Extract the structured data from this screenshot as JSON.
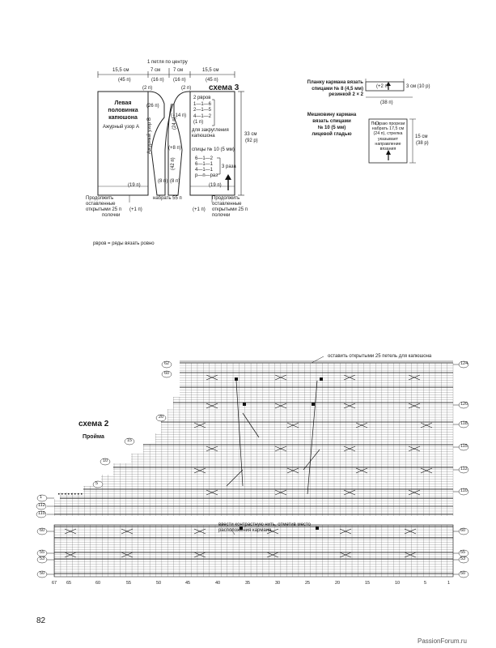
{
  "schema3": {
    "top_center": "1 петля по центру",
    "widths_cm": [
      "15,5 см",
      "7 см",
      "7 см",
      "15,5 см"
    ],
    "widths_st": [
      "(45 п)",
      "(16 п)",
      "(16 п)",
      "(45 п)"
    ],
    "title": "схема 3",
    "small_2p_left": "(2 п)",
    "small_2p_right": "(2 п)",
    "left_panel": [
      "Левая",
      "половинка",
      "капюшона"
    ],
    "left_pattern": "Ажурный узор А",
    "center_pattern": "Ажурный узор В",
    "right_decrease": [
      "2 рвров",
      "1—1—6",
      "2—1—5",
      "4—1—2",
      "(1 п)"
    ],
    "right_rounding": [
      "для закругления",
      "капюшона"
    ],
    "needles": "спицы № 10 (5 мм)",
    "repeat_block": [
      "6—1—2",
      "6—1—1",
      "4—1—1",
      "р—п—раз"
    ],
    "repeat_times": "3 раза",
    "labels_mid": [
      "(26 п)",
      "(−14 п)",
      "(24 п)",
      "(+8 п)",
      "(42 п)",
      "(8 п)",
      "(8 п)"
    ],
    "bottom_left": "(19 п)",
    "bottom_right": "(19 п)",
    "cast_on": "набрать 55 п",
    "continue_left": [
      "Продолжить",
      "оставленные",
      "открытыми 25 п",
      "полочки"
    ],
    "continue_right": [
      "Продолжить",
      "оставленные",
      "открытыми 25 п",
      "полочки"
    ],
    "plus_left": "(+1 п)",
    "plus_right": "(+1 п)",
    "height_cm": "33 см",
    "height_st": "(92 р)",
    "legend": "рвров = ряды вязать ровно"
  },
  "pocket": {
    "edge_title": [
      "Планку кармана вязать",
      "спицами № 8 (4,5 мм)",
      "резинкой 2 × 2"
    ],
    "edge_add": "(+2 п)",
    "edge_height": "3 см (10 р)",
    "edge_width": "(38 п)",
    "lining_title": [
      "Мешковину кармана",
      "вязать спицами",
      "№ 10 (5 мм)",
      "лицевой гладью"
    ],
    "lining_note": [
      "По краю прорези",
      "набрать 17,5 см",
      "(24 п), стрелка",
      "указывает",
      "направление",
      "вязания"
    ],
    "lining_height": "15 см",
    "lining_rows": "(38 р)"
  },
  "schema2": {
    "title": "схема 2",
    "subtitle": "Пройма",
    "top_note": "оставить открытыми 25 петель для капюшона",
    "mid_note": [
      "ввести контрастную нить, отметив место",
      "расположения кармана"
    ],
    "left_row_labels": [
      "62",
      "60",
      "20",
      "15",
      "10",
      "5",
      "1",
      "112",
      "110",
      "60",
      "55",
      "53",
      "50"
    ],
    "right_row_labels": [
      "124",
      "120",
      "118",
      "115",
      "112",
      "110",
      "60",
      "55",
      "53",
      "50"
    ],
    "bottom_axis": [
      "67",
      "65",
      "60",
      "55",
      "50",
      "45",
      "40",
      "35",
      "30",
      "25",
      "20",
      "15",
      "10",
      "5",
      "1"
    ]
  },
  "page_number": "82",
  "watermark": "PassionForum.ru"
}
